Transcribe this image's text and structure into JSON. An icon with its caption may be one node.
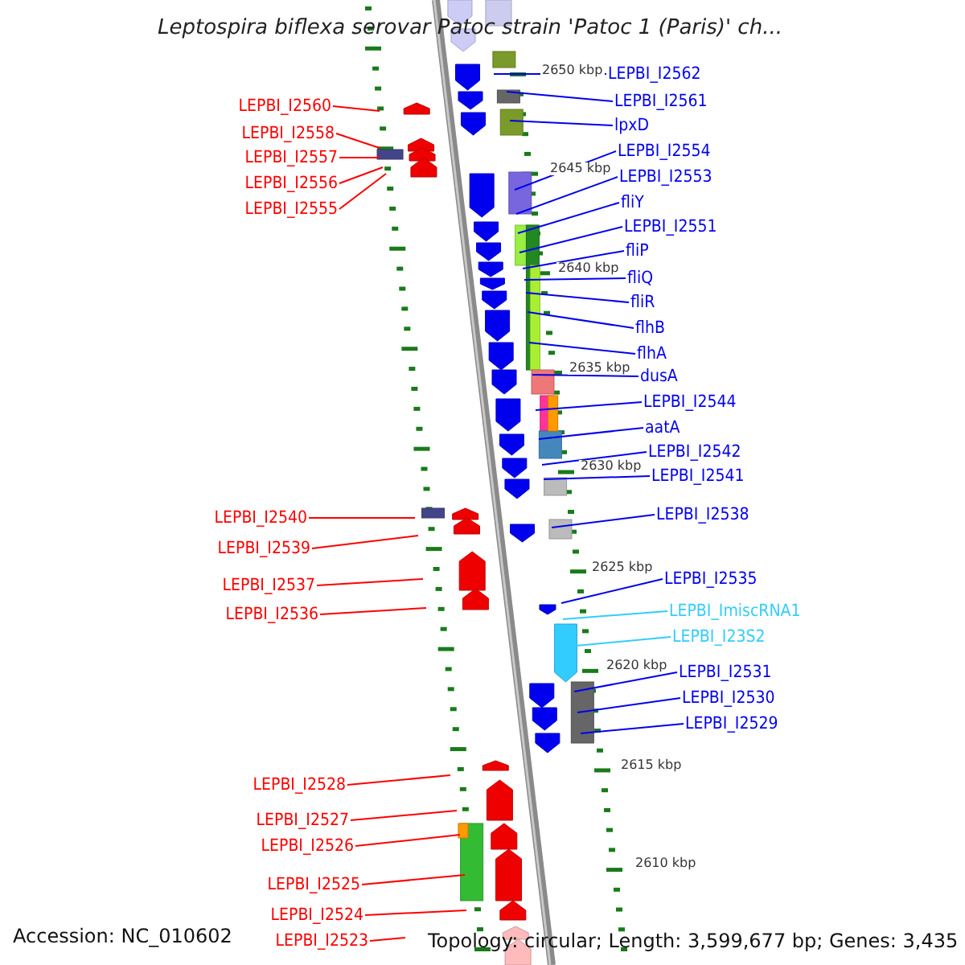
{
  "diagram": {
    "title": "Leptospira biflexa serovar Patoc strain 'Patoc 1 (Paris)' ch...",
    "nodes": [
      {
        "text": [
          "LEPBI_I2562"
        ]
      },
      {
        "text": [
          "LEPBI_I2561"
        ]
      },
      {
        "text": [
          "lpxD"
        ]
      },
      {
        "text": [
          "LEPBI_I2554"
        ]
      },
      {
        "text": [
          "LEPBI_I2553"
        ]
      },
      {
        "text": [
          "fliY"
        ]
      },
      {
        "text": [
          "LEPBI_I2551"
        ]
      },
      {
        "text": [
          "fliP"
        ]
      },
      {
        "text": [
          "fliQ"
        ]
      },
      {
        "text": [
          "fliR"
        ]
      },
      {
        "text": [
          "flhB"
        ]
      },
      {
        "text": [
          "flhA"
        ]
      },
      {
        "text": [
          "dusA"
        ]
      },
      {
        "text": [
          "LEPBI_I2544"
        ]
      },
      {
        "text": [
          "aatA"
        ]
      },
      {
        "text": [
          "LEPBI_I2542"
        ]
      },
      {
        "text": [
          "LEPBI_I2541"
        ]
      },
      {
        "text": [
          "LEPBI_I2538"
        ]
      },
      {
        "text": [
          "LEPBI_I2535"
        ]
      },
      {
        "text": [
          "LEPBI_ImiscRNA1"
        ]
      },
      {
        "text": [
          "LEPBI_I23S2"
        ]
      },
      {
        "text": [
          "LEPBI_I2531"
        ]
      },
      {
        "text": [
          "LEPBI_I2530"
        ]
      },
      {
        "text": [
          "LEPBI_I2529"
        ]
      },
      {
        "text": [
          "LEPBI_I2560"
        ]
      },
      {
        "text": [
          "LEPBI_I2558"
        ]
      },
      {
        "text": [
          "LEPBI_I2557"
        ]
      },
      {
        "text": [
          "LEPBI_I2556"
        ]
      },
      {
        "text": [
          "LEPBI_I2555"
        ]
      },
      {
        "text": [
          "LEPBI_I2540"
        ]
      },
      {
        "text": [
          "LEPBI_I2539"
        ]
      },
      {
        "text": [
          "LEPBI_I2537"
        ]
      },
      {
        "text": [
          "LEPBI_I2536"
        ]
      },
      {
        "text": [
          "LEPBI_I2528"
        ]
      },
      {
        "text": [
          "LEPBI_I2527"
        ]
      },
      {
        "text": [
          "LEPBI_I2526"
        ]
      },
      {
        "text": [
          "LEPBI_I2525"
        ]
      },
      {
        "text": [
          "LEPBI_I2524"
        ]
      },
      {
        "text": [
          "LEPBI_I2523"
        ]
      }
    ],
    "edges": [
      {
        "from": 0,
        "to": null,
        "arrow": "none"
      },
      {
        "from": 1,
        "to": null,
        "arrow": "none"
      },
      {
        "from": 2,
        "to": null,
        "arrow": "none"
      },
      {
        "from": 3,
        "to": null,
        "arrow": "none"
      },
      {
        "from": 4,
        "to": null,
        "arrow": "none"
      },
      {
        "from": 5,
        "to": null,
        "arrow": "none"
      },
      {
        "from": 6,
        "to": null,
        "arrow": "none"
      },
      {
        "from": 7,
        "to": null,
        "arrow": "none"
      },
      {
        "from": 8,
        "to": null,
        "arrow": "none"
      },
      {
        "from": 9,
        "to": null,
        "arrow": "none"
      },
      {
        "from": 10,
        "to": null,
        "arrow": "none"
      },
      {
        "from": 11,
        "to": null,
        "arrow": "none"
      },
      {
        "from": 12,
        "to": null,
        "arrow": "none"
      },
      {
        "from": 13,
        "to": null,
        "arrow": "none"
      },
      {
        "from": 14,
        "to": null,
        "arrow": "none"
      },
      {
        "from": 15,
        "to": null,
        "arrow": "none"
      },
      {
        "from": 16,
        "to": null,
        "arrow": "none"
      },
      {
        "from": 17,
        "to": null,
        "arrow": "none"
      },
      {
        "from": 18,
        "to": null,
        "arrow": "none"
      },
      {
        "from": 19,
        "to": null,
        "arrow": "none",
        "color": "#33ccff"
      },
      {
        "from": 20,
        "to": null,
        "arrow": "none",
        "color": "#33ccff"
      },
      {
        "from": 21,
        "to": null,
        "arrow": "none"
      },
      {
        "from": 22,
        "to": null,
        "arrow": "none"
      },
      {
        "from": 23,
        "to": null,
        "arrow": "none"
      },
      {
        "from": 24,
        "to": null,
        "arrow": "none",
        "color": "#ff0000"
      },
      {
        "from": 25,
        "to": null,
        "arrow": "none",
        "color": "#ff0000"
      },
      {
        "from": 26,
        "to": null,
        "arrow": "none",
        "color": "#ff0000"
      },
      {
        "from": 27,
        "to": null,
        "arrow": "none",
        "color": "#ff0000"
      },
      {
        "from": 28,
        "to": null,
        "arrow": "none",
        "color": "#ff0000"
      },
      {
        "from": 29,
        "to": null,
        "arrow": "none",
        "color": "#ff0000"
      },
      {
        "from": 30,
        "to": null,
        "arrow": "none",
        "color": "#ff0000"
      },
      {
        "from": 31,
        "to": null,
        "arrow": "none",
        "color": "#ff0000"
      },
      {
        "from": 32,
        "to": null,
        "arrow": "none",
        "color": "#ff0000"
      },
      {
        "from": 33,
        "to": null,
        "arrow": "none",
        "color": "#ff0000"
      },
      {
        "from": 34,
        "to": null,
        "arrow": "none",
        "color": "#ff0000"
      },
      {
        "from": 35,
        "to": null,
        "arrow": "none",
        "color": "#ff0000"
      },
      {
        "from": 36,
        "to": null,
        "arrow": "none",
        "color": "#ff0000"
      },
      {
        "from": 37,
        "to": null,
        "arrow": "none",
        "color": "#ff0000"
      },
      {
        "from": 38,
        "to": null,
        "arrow": "none",
        "color": "#ff0000"
      }
    ],
    "labels": [
      "2650 kbp",
      "2645 kbp",
      "2640 kbp",
      "2635 kbp",
      "2630 kbp",
      "2625 kbp",
      "2620 kbp",
      "2615 kbp",
      "2610 kbp",
      "Accession: NC_010602",
      "Topology: circular; Length: 3,599,677 bp; Genes: 3,435"
    ]
  }
}
